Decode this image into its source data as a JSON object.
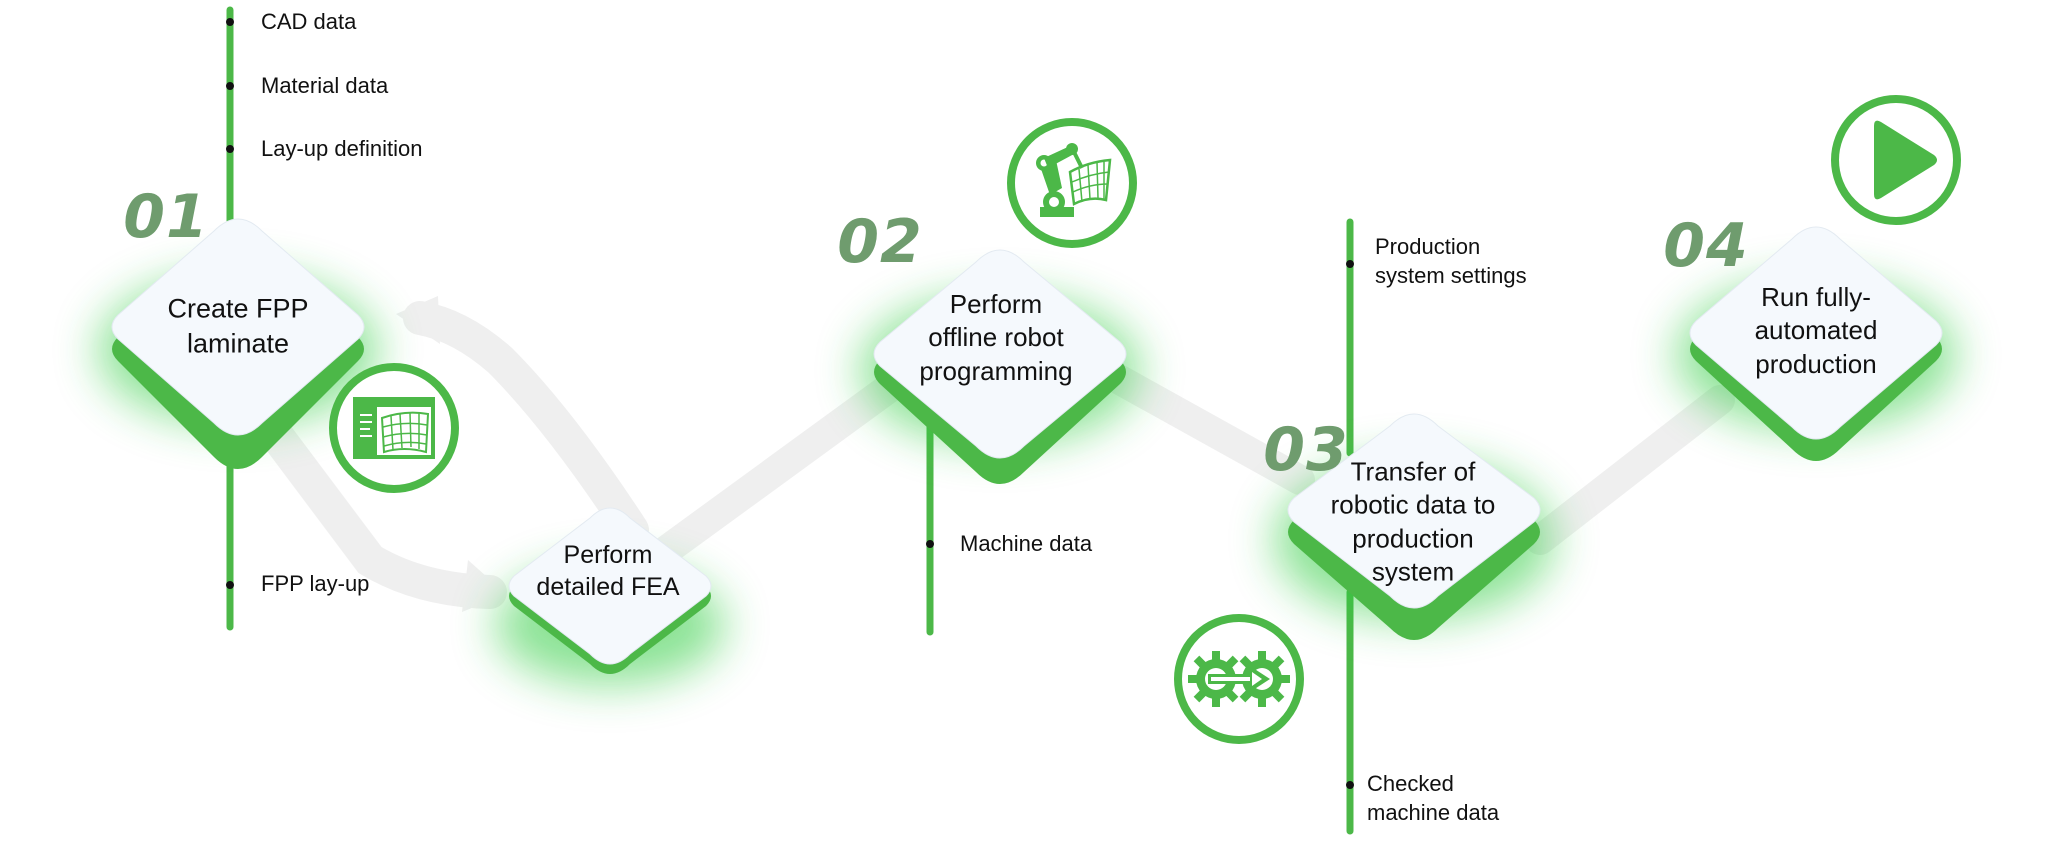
{
  "colors": {
    "accent": "#4cb848",
    "accent_dark": "#3e9a3a",
    "number": "#6f9c6e",
    "card": "#f5f9fd",
    "connector": "#eeeeee"
  },
  "steps": [
    {
      "number": "01",
      "label": "Create FPP\nlaminate"
    },
    {
      "label": "Perform\ndetailed FEA"
    },
    {
      "number": "02",
      "label": "Perform\noffline robot\nprogramming"
    },
    {
      "number": "03",
      "label": "Transfer of\nrobotic data to\nproduction\nsystem"
    },
    {
      "number": "04",
      "label": "Run fully-\nautomated\nproduction"
    }
  ],
  "inputs": {
    "step1": [
      "CAD data",
      "Material data",
      "Lay-up definition"
    ],
    "step3": [
      "Production\nsystem settings"
    ]
  },
  "outputs": {
    "step1": [
      "FPP lay-up"
    ],
    "step2": [
      "Machine data"
    ],
    "step3": [
      "Checked\nmachine data"
    ]
  },
  "icons": [
    {
      "name": "cad-design-icon"
    },
    {
      "name": "robot-arm-icon"
    },
    {
      "name": "data-transfer-gears-icon"
    },
    {
      "name": "play-icon"
    }
  ]
}
